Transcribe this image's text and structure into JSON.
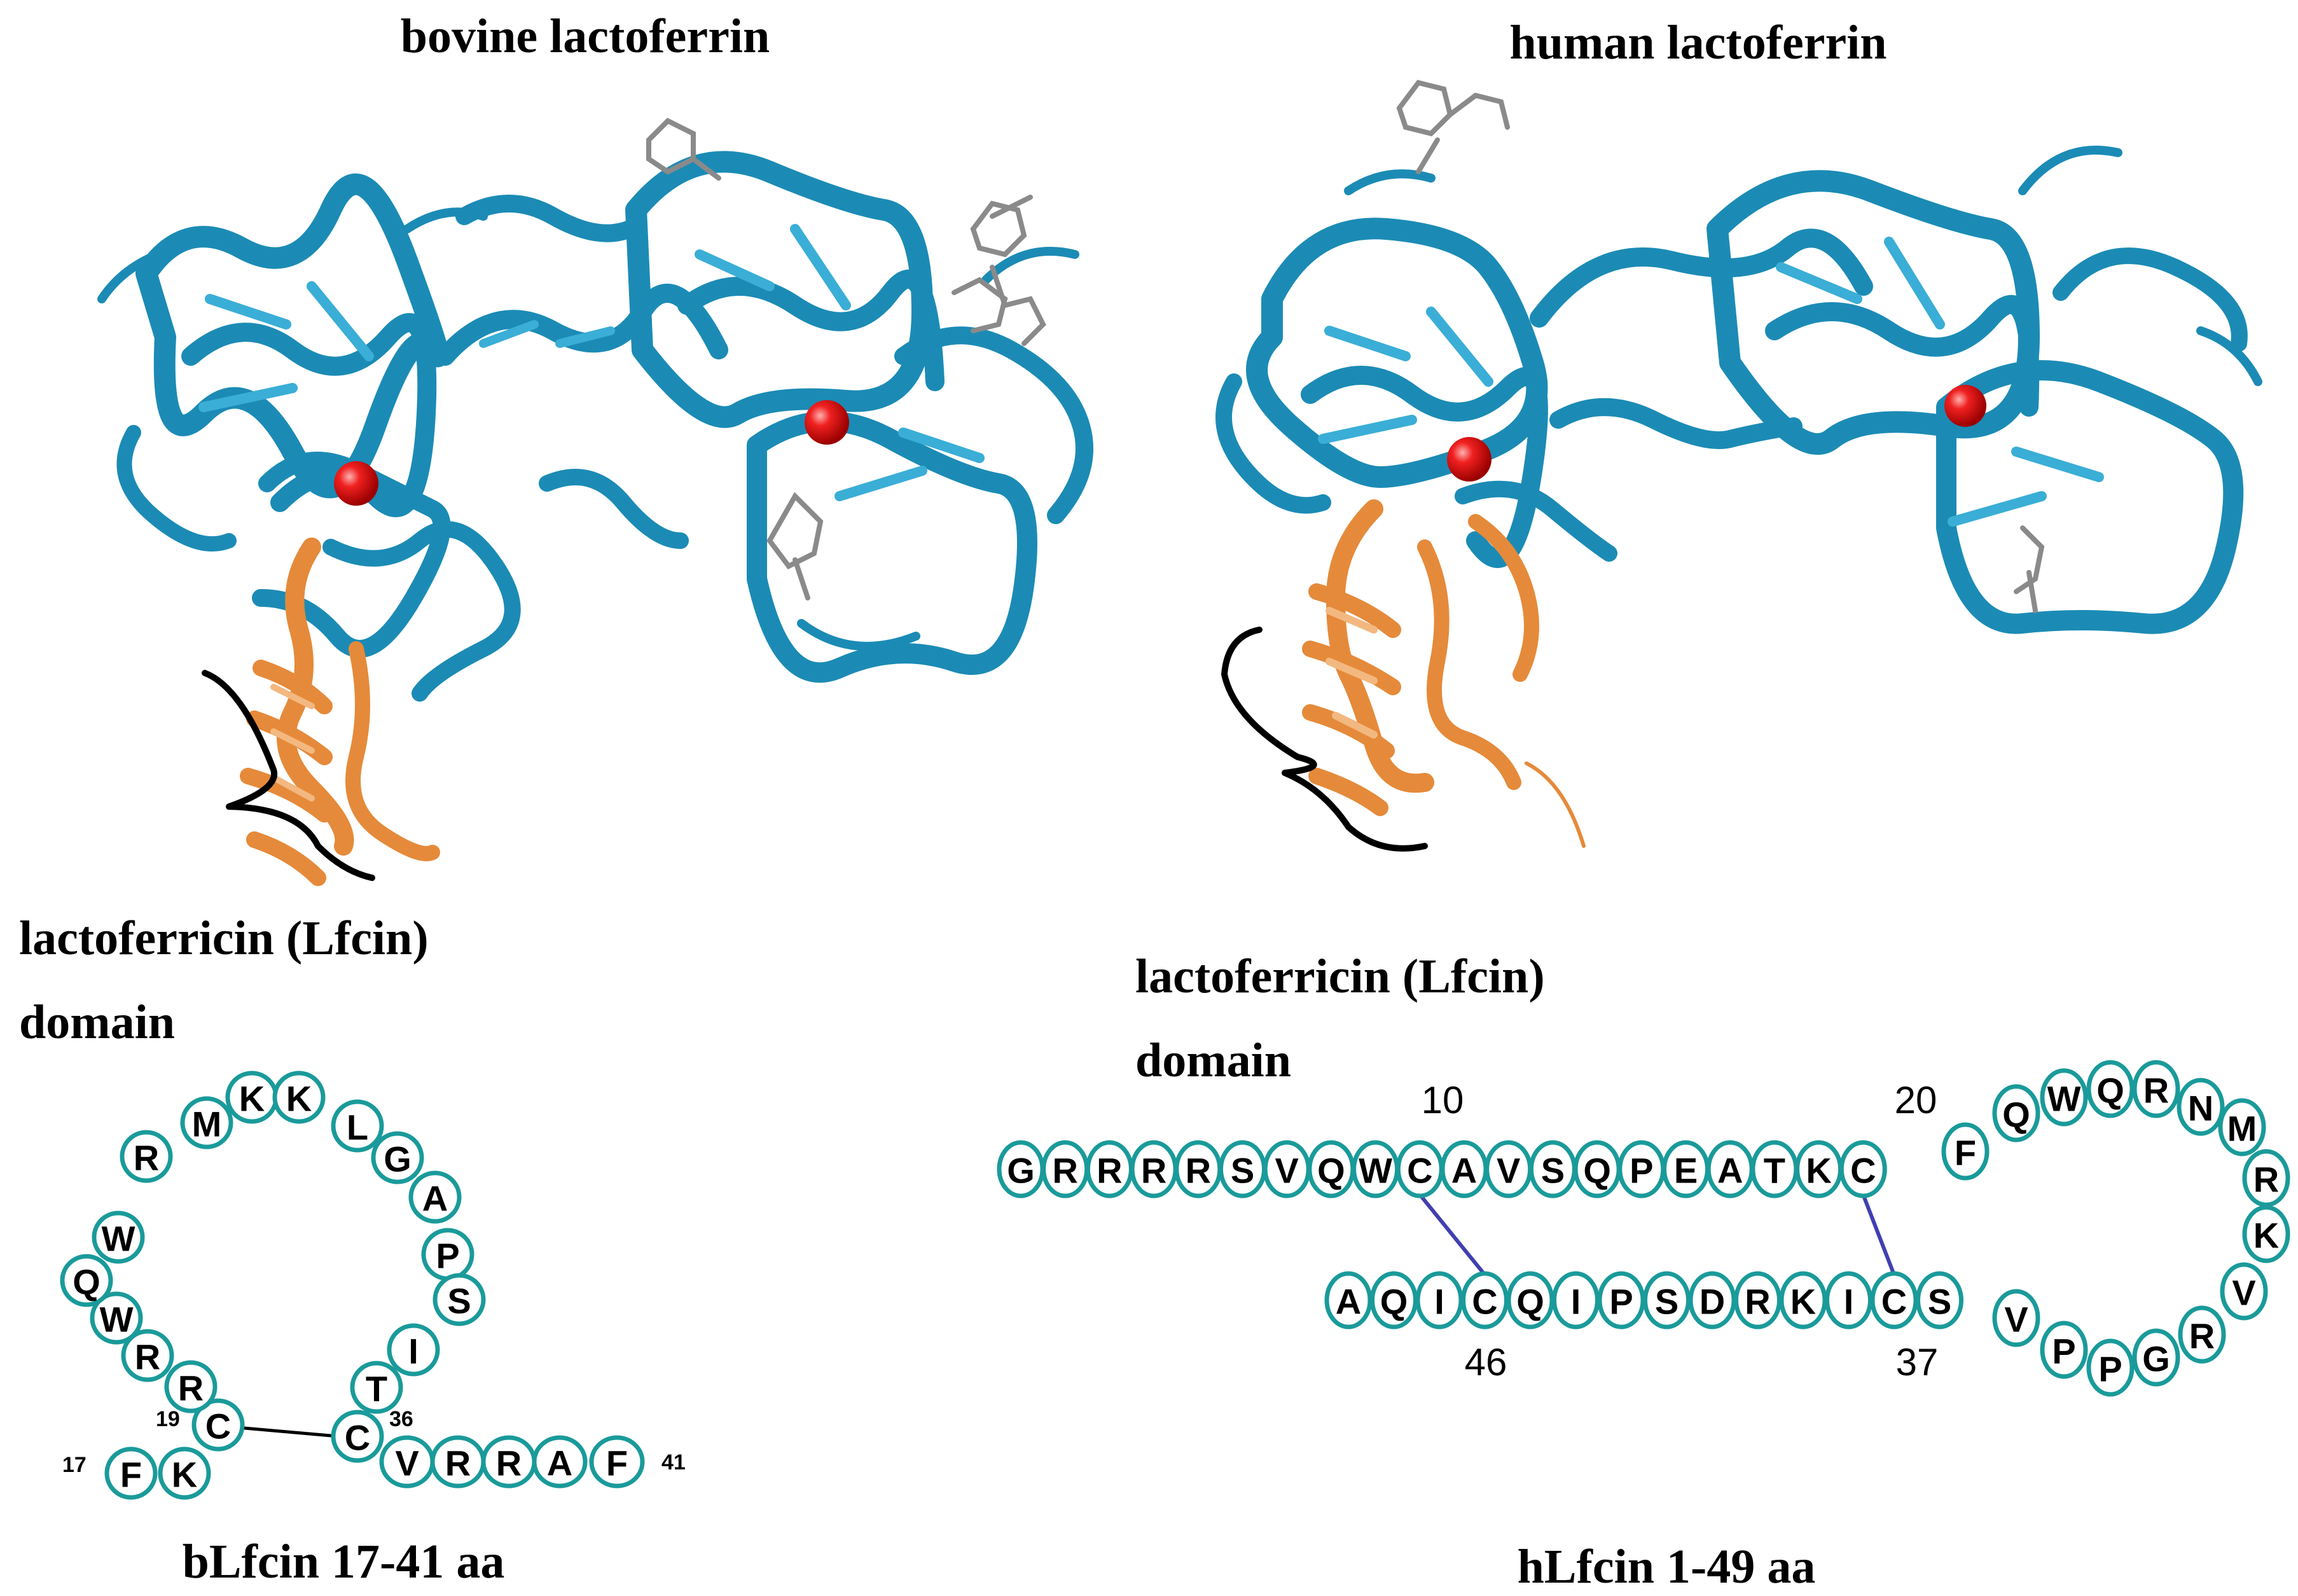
{
  "panels": {
    "bovine": {
      "title": "bovine lactoferrin",
      "domain_label_line1": "lactoferricin (Lfcin)",
      "domain_label_line2": "domain",
      "peptide_caption": "bLfcin 17-41 aa",
      "ring_sequence": [
        "C",
        "R",
        "R",
        "W",
        "Q",
        "W",
        "R",
        "M",
        "K",
        "K",
        "L",
        "G",
        "A",
        "P",
        "S",
        "I",
        "T",
        "C"
      ],
      "tail_left": [
        "F",
        "K"
      ],
      "tail_right": [
        "V",
        "R",
        "R",
        "A",
        "F"
      ],
      "numbers": {
        "n17": "17",
        "n19": "19",
        "n36": "36",
        "n41": "41"
      }
    },
    "human": {
      "title": "human lactoferrin",
      "domain_label_line1": "lactoferricin (Lfcin)",
      "domain_label_line2": "domain",
      "peptide_caption": "hLfcin 1-49 aa",
      "top_row": [
        "G",
        "R",
        "R",
        "R",
        "R",
        "S",
        "V",
        "Q",
        "W",
        "C",
        "A",
        "V",
        "S",
        "Q",
        "P",
        "E",
        "A",
        "T",
        "K",
        "C"
      ],
      "loop": [
        "F",
        "Q",
        "W",
        "Q",
        "R",
        "N",
        "M",
        "R",
        "K",
        "V",
        "R",
        "G",
        "P",
        "P",
        "V"
      ],
      "bottom_row": [
        "A",
        "Q",
        "I",
        "C",
        "Q",
        "I",
        "P",
        "S",
        "D",
        "R",
        "K",
        "I",
        "C",
        "S"
      ],
      "numbers": {
        "n10": "10",
        "n20": "20",
        "n46": "46",
        "n37": "37"
      }
    }
  },
  "colors": {
    "protein": "#1b8bb5",
    "lfcin_domain": "#e58a3a",
    "iron": "#e01010",
    "residue_ring": "#1a9a9a",
    "disulfide_bovine": "#000000",
    "disulfide_human": "#4040b0"
  }
}
